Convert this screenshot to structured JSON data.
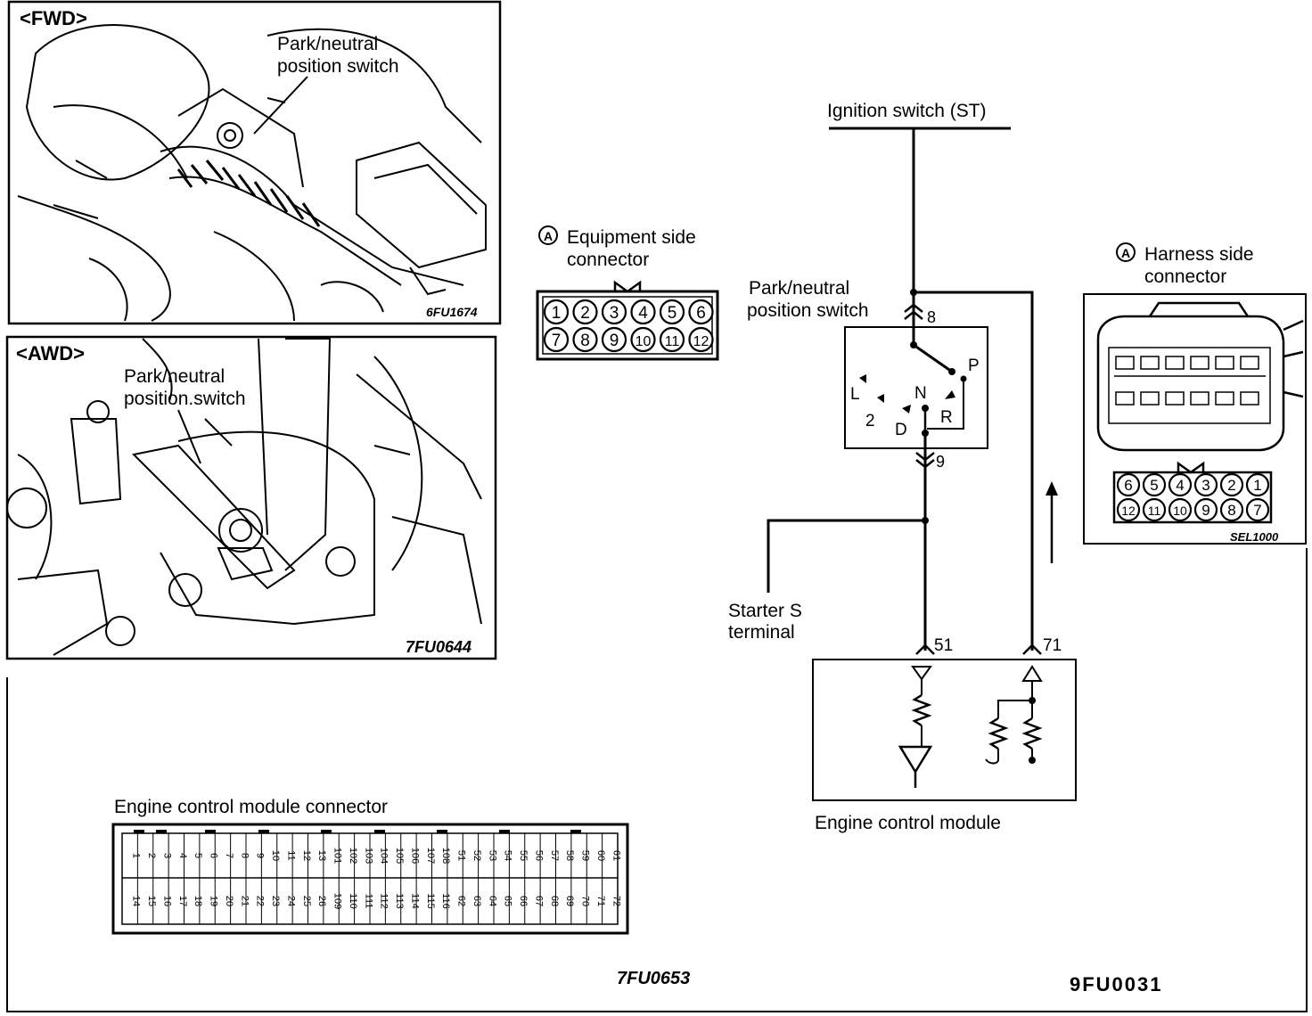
{
  "fwd_panel": {
    "tag": "<FWD>",
    "label_line1": "Park/neutral",
    "label_line2": "position switch",
    "code": "6FU1674"
  },
  "awd_panel": {
    "tag": "<AWD>",
    "label_line1": "Park/neutral",
    "label_line2": "position.switch",
    "code": "7FU0644"
  },
  "equipment_connector": {
    "marker": "A",
    "title_line1": "Equipment side",
    "title_line2": "connector",
    "row1": [
      "1",
      "2",
      "3",
      "4",
      "5",
      "6"
    ],
    "row2": [
      "7",
      "8",
      "9",
      "10",
      "11",
      "12"
    ]
  },
  "harness_connector": {
    "marker": "A",
    "title_line1": "Harness side",
    "title_line2": "connector",
    "row1": [
      "6",
      "5",
      "4",
      "3",
      "2",
      "1"
    ],
    "row2": [
      "12",
      "11",
      "10",
      "9",
      "8",
      "7"
    ],
    "code": "SEL1000"
  },
  "circuit": {
    "ignition_label": "Ignition switch (ST)",
    "switch_label_line1": "Park/neutral",
    "switch_label_line2": "position switch",
    "pin_top": "8",
    "pin_bottom": "9",
    "positions": {
      "P": "P",
      "R": "R",
      "N": "N",
      "D": "D",
      "two": "2",
      "L": "L"
    },
    "starter_line1": "Starter S",
    "starter_line2": "terminal",
    "ecm_pin_a": "51",
    "ecm_pin_b": "71",
    "ecm_label": "Engine control module"
  },
  "ecm_connector": {
    "title": "Engine control module connector",
    "top_row": [
      "1",
      "2",
      "3",
      "4",
      "5",
      "6",
      "7",
      "8",
      "9",
      "10",
      "11",
      "12",
      "13",
      "101",
      "102",
      "103",
      "104",
      "105",
      "106",
      "107",
      "108",
      "51",
      "52",
      "53",
      "54",
      "55",
      "56",
      "57",
      "58",
      "59",
      "60",
      "61"
    ],
    "bottom_row": [
      "14",
      "15",
      "16",
      "17",
      "18",
      "19",
      "20",
      "21",
      "22",
      "23",
      "24",
      "25",
      "26",
      "109",
      "110",
      "111",
      "112",
      "113",
      "114",
      "115",
      "116",
      "62",
      "63",
      "64",
      "65",
      "66",
      "67",
      "68",
      "69",
      "70",
      "71",
      "72"
    ],
    "code": "7FU0653"
  },
  "figure_code": "9FU0031"
}
